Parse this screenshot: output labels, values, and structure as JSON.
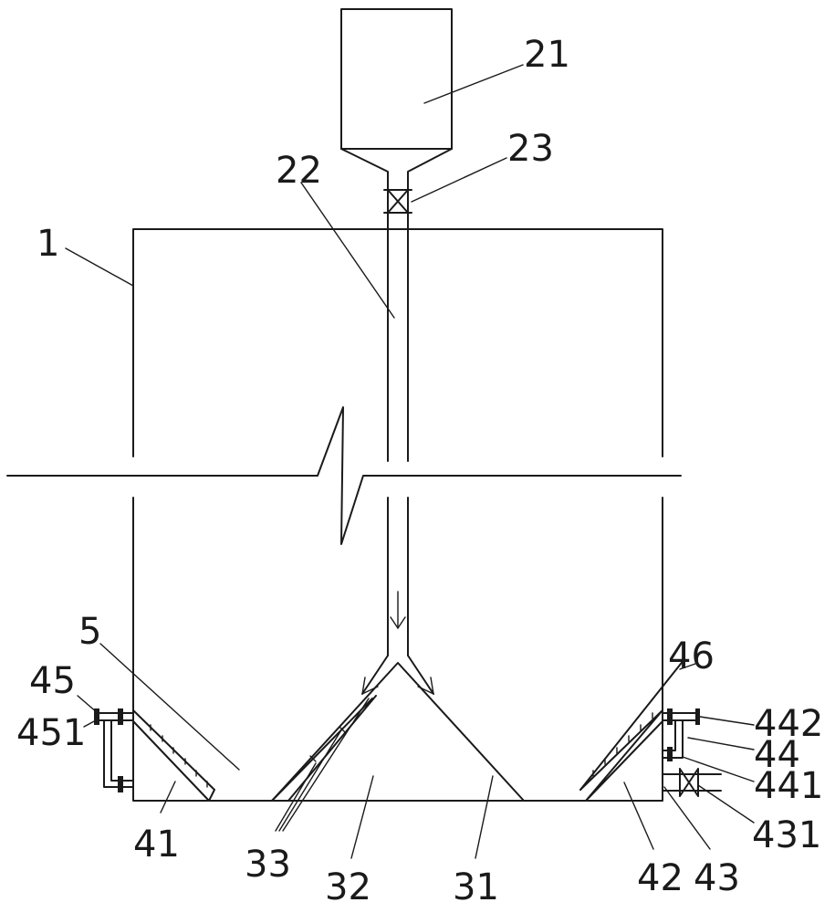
{
  "diagram": {
    "labels": {
      "l1": "1",
      "l21": "21",
      "l22": "22",
      "l23": "23",
      "l5": "5",
      "l45": "45",
      "l451": "451",
      "l41": "41",
      "l33": "33",
      "l32": "32",
      "l31": "31",
      "l42": "42",
      "l43": "43",
      "l431": "431",
      "l441": "441",
      "l44": "44",
      "l442": "442",
      "l46": "46"
    },
    "colors": {
      "ink": "#1a1a1a",
      "background": "#ffffff"
    }
  }
}
